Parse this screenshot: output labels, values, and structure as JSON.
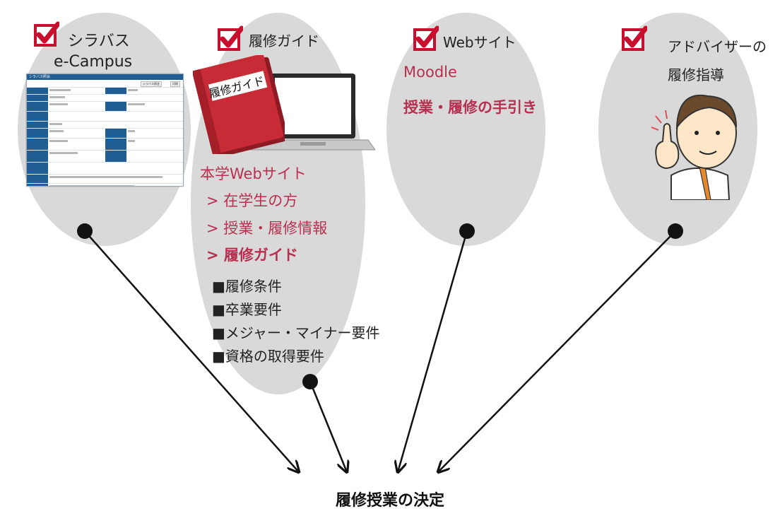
{
  "ellipses": [
    {
      "title": "シラバス",
      "subtitle": "e-Campus"
    },
    {
      "title": "履修ガイド",
      "book_label": "履修ガイド",
      "path": [
        "本学Webサイト",
        "> 在学生の方",
        "> 授業・履修情報",
        "> 履修ガイド"
      ],
      "items": [
        "■履修条件",
        "■卒業要件",
        "■メジャー・マイナー要件",
        "■資格の取得要件"
      ]
    },
    {
      "title": "Webサイト",
      "link1": "Moodle",
      "link2": "授業・履修の手引き"
    },
    {
      "title_line1": "アドバイザーの",
      "title_line2": "履修指導"
    }
  ],
  "syllabus_header": "シラバス照会",
  "syllabus_buttons": [
    "シラバス照会",
    "印刷"
  ],
  "footer": "履修授業の決定",
  "colors": {
    "ellipse": "#d9d9d9",
    "check_red": "#c8102e",
    "accent_pink": "#b8304f",
    "syllabus_blue": "#1f5d93",
    "book_red": "#c62b36"
  }
}
